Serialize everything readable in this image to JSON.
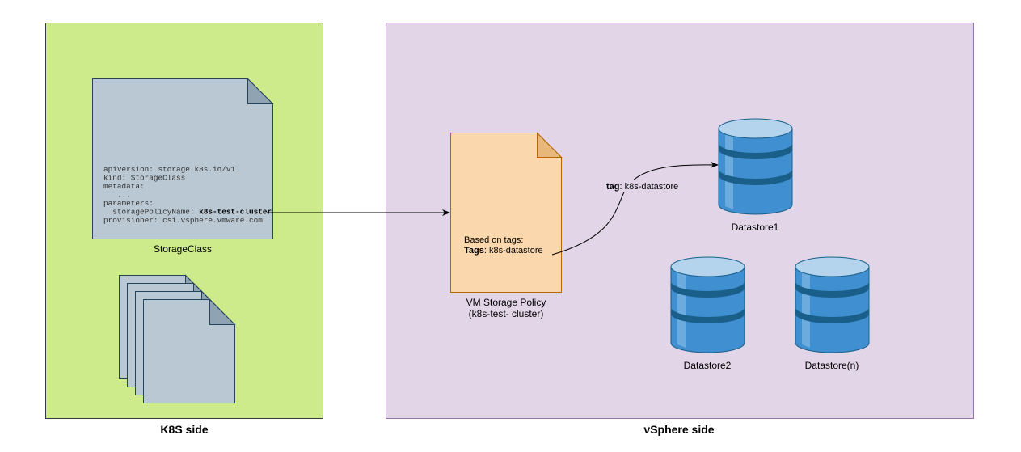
{
  "colors": {
    "k8s_background": "#cdeb8b",
    "vsphere_background": "#e1d5e7",
    "document_fill": "#bac8d3",
    "document_stroke": "#23445d",
    "policy_fill": "#fad7ac",
    "policy_stroke": "#b46504",
    "datastore_fill": "#3f8fd1",
    "datastore_band": "#1a5e8a",
    "datastore_top": "#b4d4ee"
  },
  "k8s": {
    "label": "K8S side",
    "storageclass": {
      "label": "StorageClass",
      "yaml": [
        {
          "text": "apiVersion: storage.k8s.io/v1",
          "bold": ""
        },
        {
          "text": "kind: StorageClass",
          "bold": ""
        },
        {
          "text": "metadata:",
          "bold": ""
        },
        {
          "text": "   ...",
          "bold": ""
        },
        {
          "text": "parameters:",
          "bold": ""
        },
        {
          "text": "  storagePolicyName: ",
          "bold": "k8s-test-cluster"
        },
        {
          "text": "provisioner: csi.vsphere.vmware.com",
          "bold": ""
        }
      ]
    },
    "stack_icon": "document-stack-icon"
  },
  "vsphere": {
    "label": "vSphere side",
    "policy": {
      "line1": "Based on tags:",
      "line2_bold": "Tags",
      "line2_rest": ": k8s-datastore",
      "caption_line1": "VM Storage Policy",
      "caption_line2": "(k8s-test- cluster)"
    },
    "tag_edge": {
      "bold": "tag",
      "rest": ": k8s-datastore"
    },
    "datastores": [
      {
        "name": "Datastore1"
      },
      {
        "name": "Datastore2"
      },
      {
        "name": "Datastore(n)"
      }
    ]
  }
}
